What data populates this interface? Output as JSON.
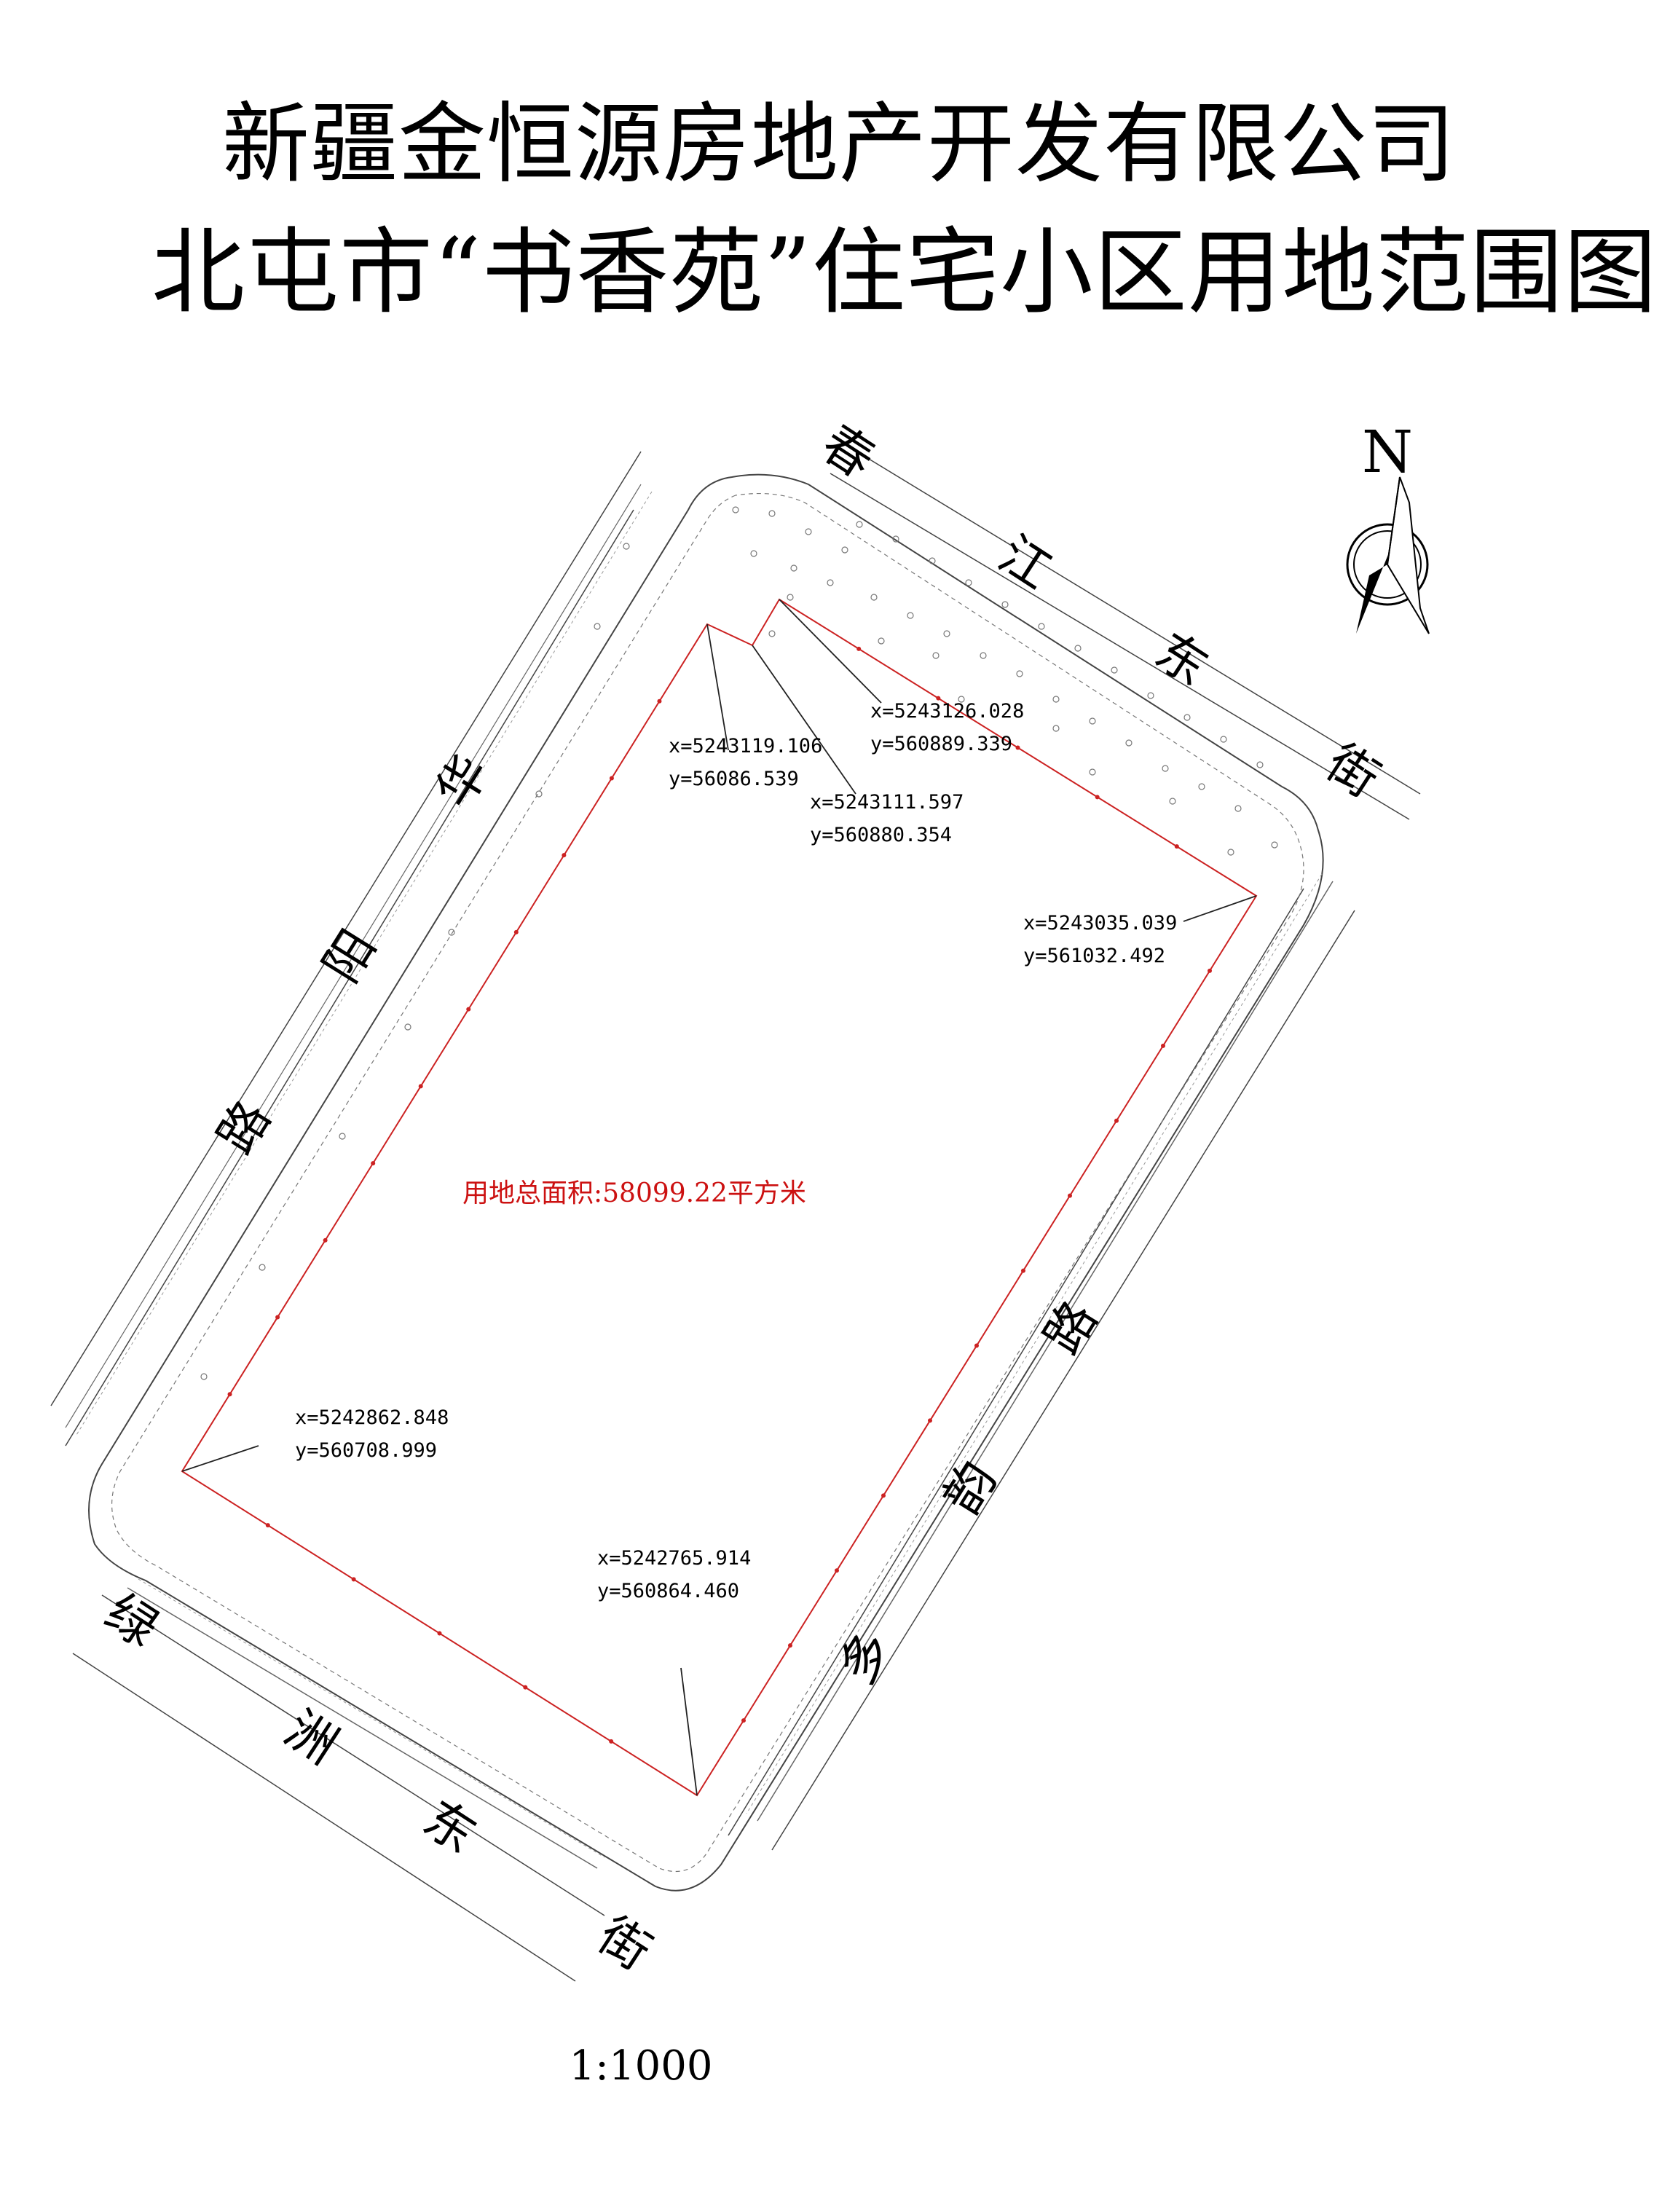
{
  "title": {
    "line1": "新疆金恒源房地产开发有限公司",
    "line2": "北屯市“书香苑”住宅小区用地范围图"
  },
  "north_label": "N",
  "scale": "1:1000",
  "area_label": "用地总面积:58099.22平方米",
  "roads": {
    "chunjiang": [
      "春",
      "江",
      "东",
      "街"
    ],
    "huayang": [
      "华",
      "阳",
      "路"
    ],
    "duoyun": [
      "多",
      "韵",
      "路"
    ],
    "lvzhou": [
      "绿",
      "洲",
      "东",
      "街"
    ]
  },
  "coordinates": [
    {
      "x": "x=5243119.106",
      "y": "y=56086.539"
    },
    {
      "x": "x=5243111.597",
      "y": "y=560880.354"
    },
    {
      "x": "x=5243126.028",
      "y": "y=560889.339"
    },
    {
      "x": "x=5243035.039",
      "y": "y=561032.492"
    },
    {
      "x": "x=5242862.848",
      "y": "y=560708.999"
    },
    {
      "x": "x=5242765.914",
      "y": "y=560864.460"
    }
  ],
  "colors": {
    "boundary": "#cc2222",
    "area_text": "#cc1111",
    "ink": "#000000",
    "thin_line": "#555555"
  }
}
